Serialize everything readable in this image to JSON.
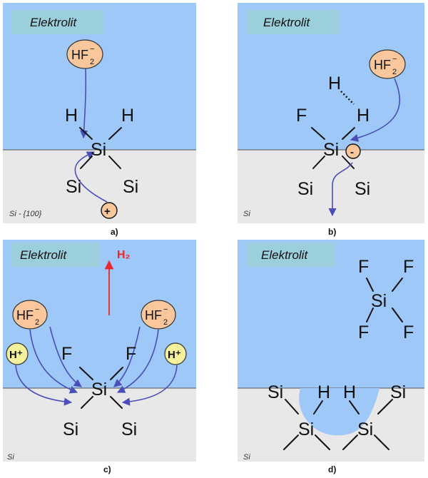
{
  "panels": [
    {
      "id": "a",
      "electrolyte_label": "Elektrolit",
      "substrate_label": "Si - {100}",
      "caption": "a)"
    },
    {
      "id": "b",
      "electrolyte_label": "Elektrolit",
      "substrate_label": "Si",
      "caption": "b)"
    },
    {
      "id": "c",
      "electrolyte_label": "Elektrolit",
      "substrate_label": "Si",
      "caption": "c)"
    },
    {
      "id": "d",
      "electrolyte_label": "Elektrolit",
      "substrate_label": "Si",
      "caption": "d)"
    }
  ],
  "atoms": {
    "silicon": "Si",
    "hydrogen": "H",
    "fluorine": "F"
  },
  "ions": {
    "bifluoride_base": "HF",
    "bifluoride_sub": "2",
    "bifluoride_sup": "−",
    "proton": "H⁺",
    "hole": "+",
    "electron": "-"
  },
  "gas": "H₂",
  "colors": {
    "electrolyte": "#9ec8f7",
    "silicon": "#e8e8e8",
    "label_box": "#9ccfdc",
    "ion_fill": "#f9c79b",
    "proton_fill": "#f6f29c",
    "arrow": "#4a4eb8",
    "h2_arrow": "#e8262b"
  }
}
